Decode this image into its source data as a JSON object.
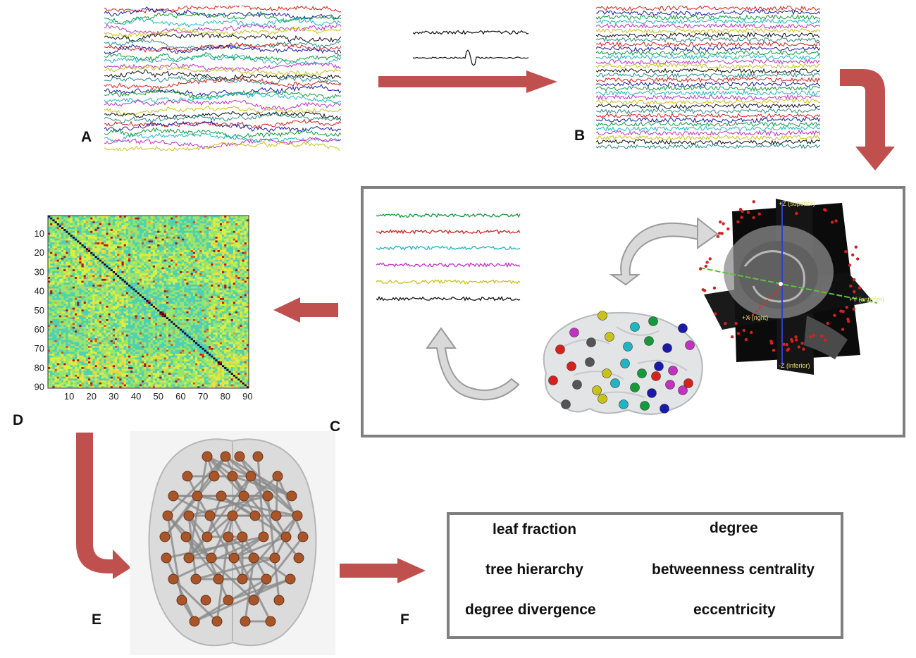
{
  "panels": {
    "a": "A",
    "b": "B",
    "c": "C",
    "d": "D",
    "e": "E",
    "f": "F"
  },
  "matrix": {
    "y_ticks": [
      "10",
      "20",
      "30",
      "40",
      "50",
      "60",
      "70",
      "80",
      "90"
    ],
    "x_ticks": [
      "10",
      "20",
      "30",
      "40",
      "50",
      "60",
      "70",
      "80",
      "90"
    ],
    "size": 90
  },
  "mri_axes": {
    "superior": "+Z (superior)",
    "right": "+X (right)",
    "anterior": "+Y (anterior)",
    "inferior": "-Z (inferior)"
  },
  "metrics": {
    "left": [
      "leaf fraction",
      "tree hierarchy",
      "degree divergence"
    ],
    "right": [
      "degree",
      "betweenness centrality",
      "eccentricity"
    ]
  },
  "colors": {
    "arrow": "#c0504d",
    "trace_palette": [
      "#d6221b",
      "#1a1aa8",
      "#139b3a",
      "#20b5c2",
      "#c232c2",
      "#c9c21a",
      "#111111",
      "#2a8a8a"
    ],
    "node": "#a8552a"
  }
}
